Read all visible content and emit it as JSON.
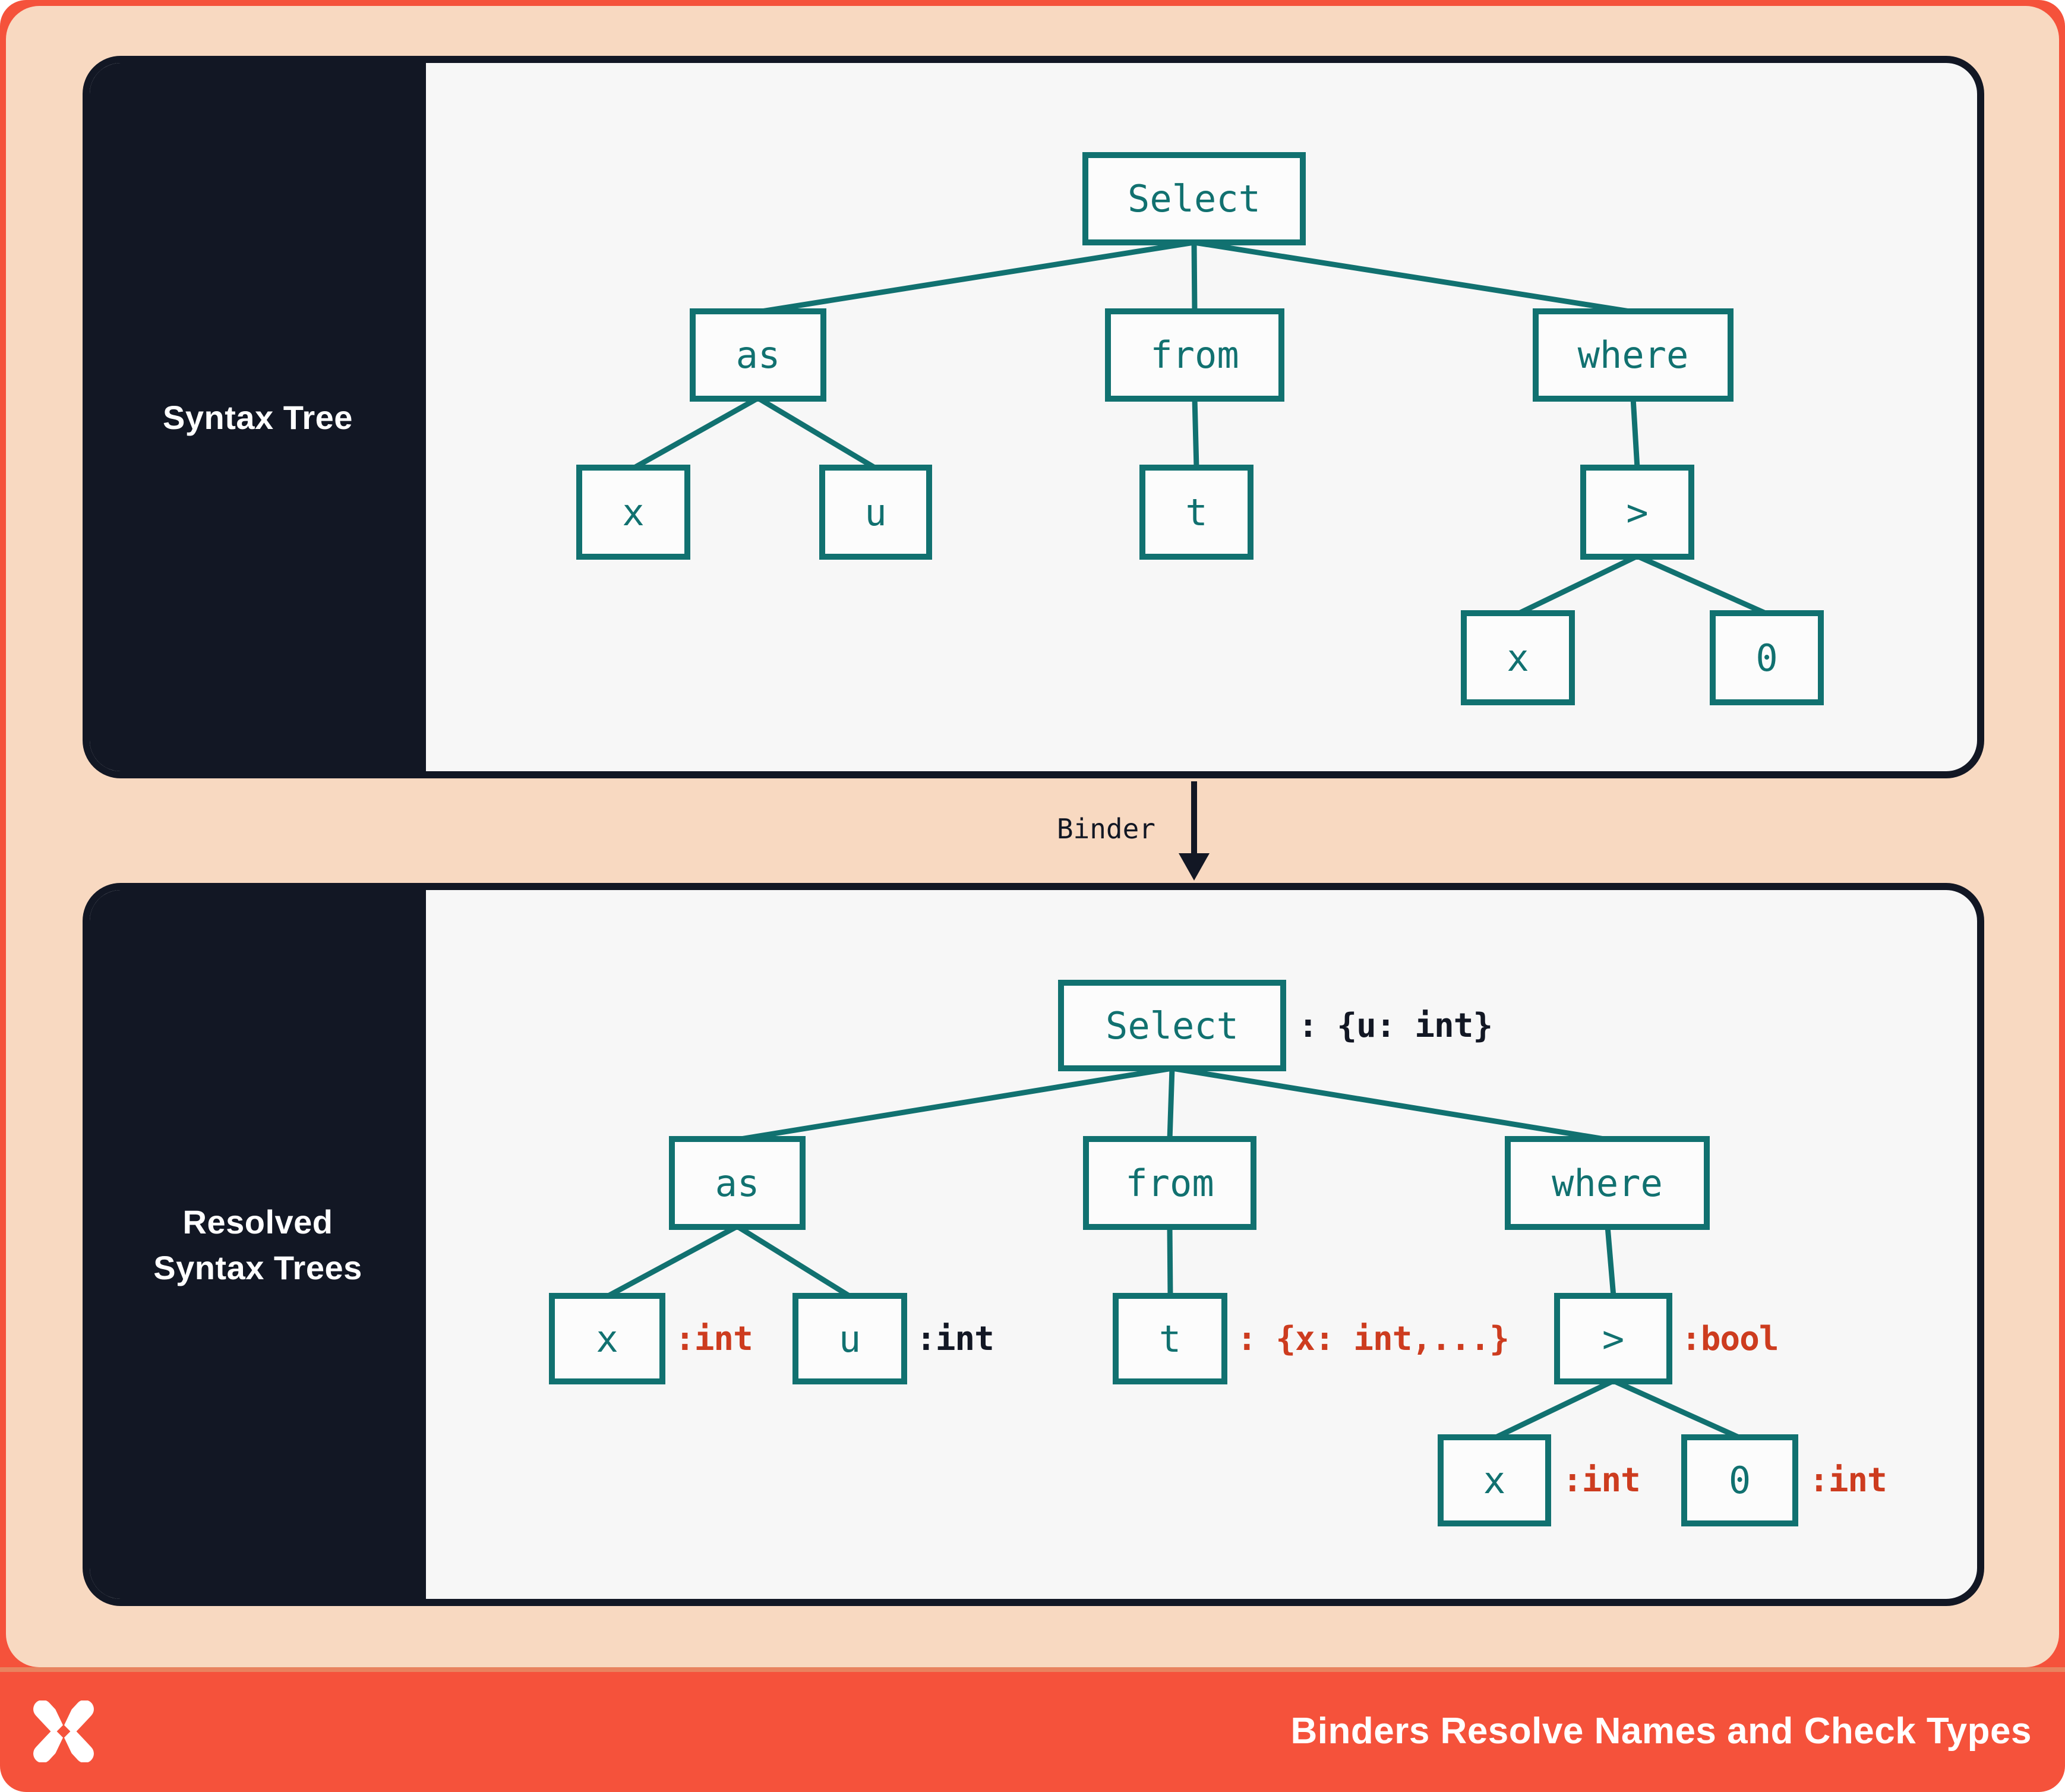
{
  "colors": {
    "coral": "#F5523B",
    "peach": "#F8D9C1",
    "navy": "#121724",
    "panel_background": "#F7F7F7",
    "node_background": "#FCFCFC",
    "teal": "#117170",
    "red": "#CD3C1F",
    "white": "#FFFFFF"
  },
  "syntax_panel": {
    "sidebar_label": "Syntax Tree",
    "nodes": {
      "select": "Select",
      "as": "as",
      "x": "x",
      "u": "u",
      "from": "from",
      "t": "t",
      "where": "where",
      "gt": ">",
      "zero": "0"
    }
  },
  "binder": {
    "label": "Binder"
  },
  "resolved_panel": {
    "sidebar_label_line1": "Resolved",
    "sidebar_label_line2": "Syntax Trees",
    "nodes": {
      "select": "Select",
      "as": "as",
      "x": "x",
      "u": "u",
      "from": "from",
      "t": "t",
      "where": "where",
      "gt": ">",
      "zero": "0"
    },
    "annotations": {
      "select": ": {u: int}",
      "x": ":int",
      "u": ":int",
      "t": ": {x: int,...}",
      "gt": ":bool",
      "x_inner": ":int",
      "zero": ":int"
    },
    "annotation_colors": {
      "select": "navy",
      "x": "red",
      "u": "navy",
      "t": "red",
      "gt": "red",
      "x_inner": "red",
      "zero": "red"
    }
  },
  "footer": {
    "title": "Binders Resolve Names and Check Types",
    "logo": "x-spark-logo"
  }
}
